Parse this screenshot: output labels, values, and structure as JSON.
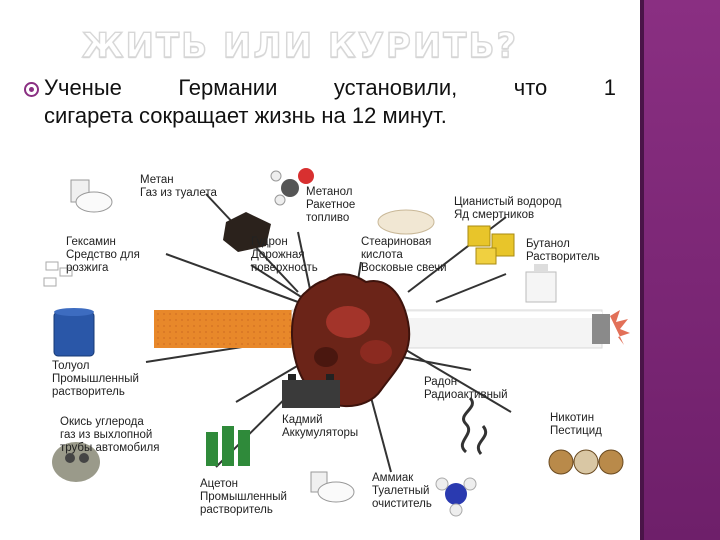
{
  "slide": {
    "title": "ЖИТЬ ИЛИ КУРИТЬ?",
    "text_line1": "Ученые Германии установили, что 1",
    "text_line2": "сигарета сокращает жизнь на 12 минут."
  },
  "diagram": {
    "labels": [
      {
        "id": "metan",
        "lines": [
          "Метан",
          "Газ из туалета"
        ]
      },
      {
        "id": "metanol",
        "lines": [
          "Метанол",
          "Ракетное",
          "топливо"
        ]
      },
      {
        "id": "cyan",
        "lines": [
          "Цианистый водород",
          "Яд смертников"
        ]
      },
      {
        "id": "gudron",
        "lines": [
          "Гудрон",
          "Дорожная",
          "поверхность"
        ]
      },
      {
        "id": "stearin",
        "lines": [
          "Стеариновая",
          "кислота",
          "Восковые свечи"
        ]
      },
      {
        "id": "butanol",
        "lines": [
          "Бутанол",
          "Растворитель"
        ]
      },
      {
        "id": "geksamin",
        "lines": [
          "Гексамин",
          "Средство для",
          "розжига"
        ]
      },
      {
        "id": "toluol",
        "lines": [
          "Толуол",
          "Промышленный",
          "растворитель"
        ]
      },
      {
        "id": "okis",
        "lines": [
          "Окись углерода",
          "газ из выхлопной",
          "трубы автомобиля"
        ]
      },
      {
        "id": "kadmiy",
        "lines": [
          "Кадмий",
          "Аккумуляторы"
        ]
      },
      {
        "id": "radon",
        "lines": [
          "Радон",
          "Радиоактивный"
        ]
      },
      {
        "id": "nikotin",
        "lines": [
          "Никотин",
          "Пестицид"
        ]
      },
      {
        "id": "aceton",
        "lines": [
          "Ацетон",
          "Промышленный",
          "растворитель"
        ]
      },
      {
        "id": "ammiak",
        "lines": [
          "Аммиак",
          "Туалетный",
          "очиститель"
        ]
      }
    ]
  },
  "colors": {
    "accent": "#8a2f82",
    "line": "#333333",
    "filter": "#e8882a",
    "lung": "#6b2418"
  }
}
